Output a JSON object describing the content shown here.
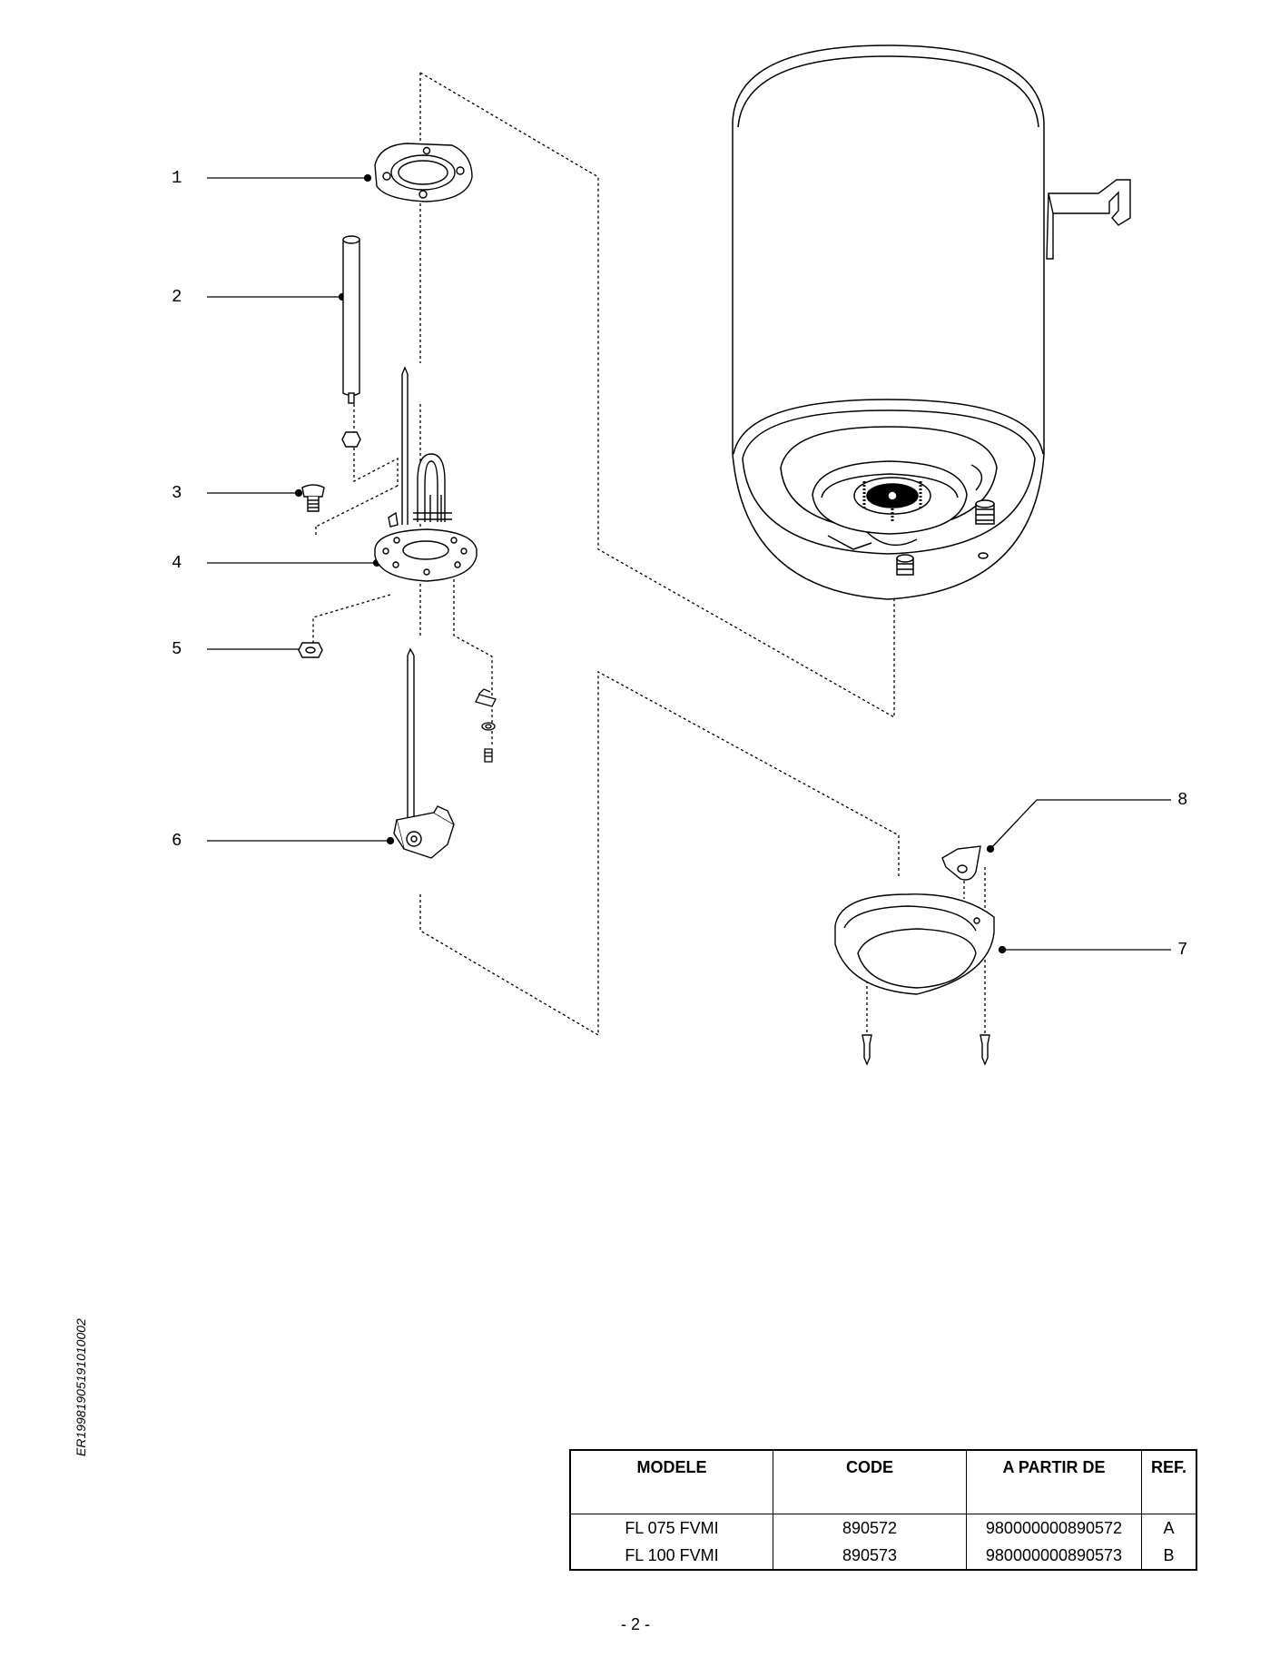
{
  "callouts": [
    "1",
    "2",
    "3",
    "4",
    "5",
    "6",
    "7",
    "8"
  ],
  "document_code": "ER19981905191010002",
  "parts_table": {
    "headers": [
      "MODELE",
      "CODE",
      "A PARTIR DE",
      "REF."
    ],
    "rows": [
      [
        "FL 075 FVMI",
        "890572",
        "980000000890572",
        "A"
      ],
      [
        "FL 100 FVMI",
        "890573",
        "980000000890573",
        "B"
      ]
    ]
  },
  "page_number": "- 2 -"
}
